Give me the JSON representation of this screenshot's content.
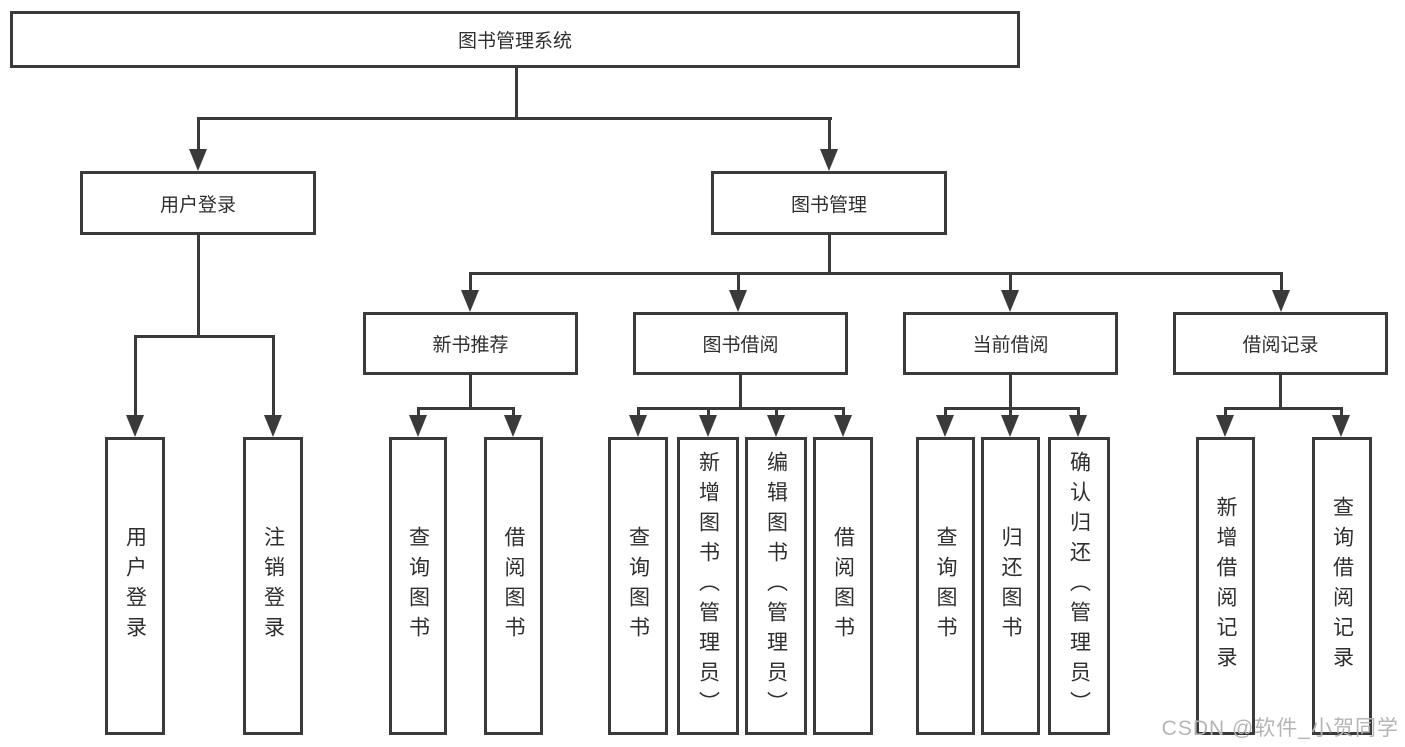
{
  "diagram": {
    "title": "图书管理系统",
    "watermark": "CSDN @软件_小贺同学",
    "colors": {
      "line": "#3a3a3a",
      "text": "#2f2f2f",
      "background": "#ffffff",
      "watermark": "#b5b5b5"
    },
    "tree": {
      "label": "图书管理系统",
      "children": [
        {
          "label": "用户登录",
          "children": [
            {
              "label": "用户登录"
            },
            {
              "label": "注销登录"
            }
          ]
        },
        {
          "label": "图书管理",
          "children": [
            {
              "label": "新书推荐",
              "children": [
                {
                  "label": "查询图书"
                },
                {
                  "label": "借阅图书"
                }
              ]
            },
            {
              "label": "图书借阅",
              "children": [
                {
                  "label": "查询图书"
                },
                {
                  "label": "新增图书（管理员）"
                },
                {
                  "label": "编辑图书（管理员）"
                },
                {
                  "label": "借阅图书"
                }
              ]
            },
            {
              "label": "当前借阅",
              "children": [
                {
                  "label": "查询图书"
                },
                {
                  "label": "归还图书"
                },
                {
                  "label": "确认归还（管理员）"
                }
              ]
            },
            {
              "label": "借阅记录",
              "children": [
                {
                  "label": "新增借阅记录"
                },
                {
                  "label": "查询借阅记录"
                }
              ]
            }
          ]
        }
      ]
    }
  }
}
